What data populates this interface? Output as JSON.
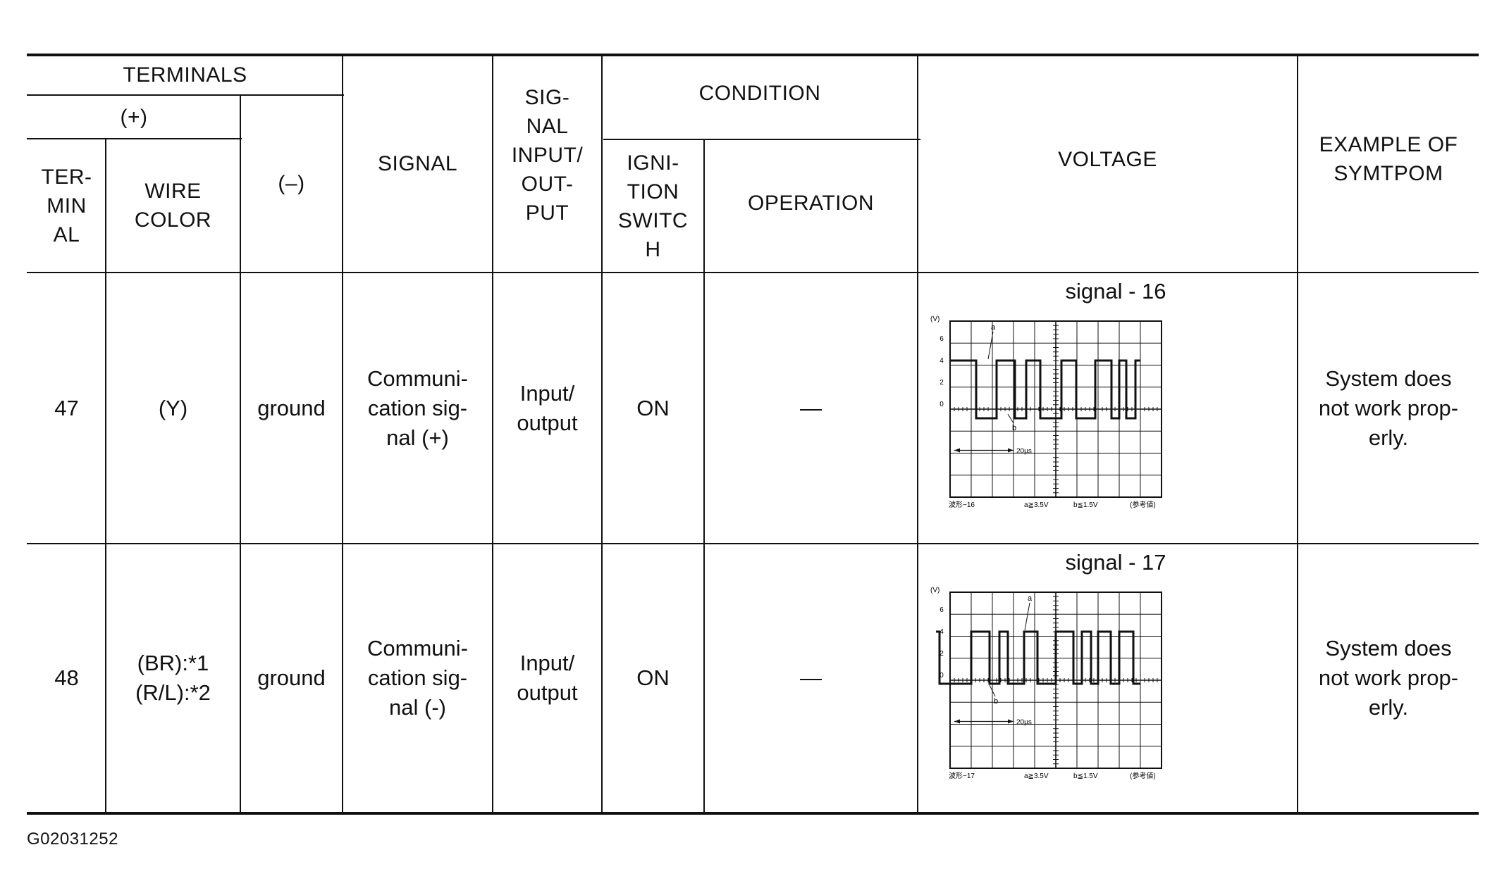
{
  "header": {
    "terminals": "TERMINALS",
    "plus": "(+)",
    "terminal": "TER-\nMIN\nAL",
    "wire_color": "WIRE\nCOLOR",
    "minus": "(–)",
    "signal": "SIGNAL",
    "signal_io": "SIG-\nNAL\nINPUT/\nOUT-\nPUT",
    "condition": "CONDITION",
    "ignition_switch": "IGNI-\nTION\nSWITC\nH",
    "operation": "OPERATION",
    "voltage": "VOLTAGE",
    "example": "EXAMPLE OF\nSYMTPOM"
  },
  "rows": [
    {
      "terminal": "47",
      "wire_color": "(Y)",
      "minus": "ground",
      "signal": "Communi-\ncation sig-\nnal (+)",
      "io": "Input/\noutput",
      "ignition": "ON",
      "operation": "—",
      "voltage_caption": "signal - 16",
      "scope": {
        "unit_label": "(V)",
        "y_ticks": [
          "6",
          "4",
          "2",
          "0"
        ],
        "marker_a": "a",
        "marker_b": "b",
        "time_label": "20μs",
        "footer": [
          "波形−16",
          "a≧3.5V",
          "b≦1.5V",
          "(参考値)"
        ]
      },
      "example": "System does\nnot work prop-\nerly."
    },
    {
      "terminal": "48",
      "wire_color": "(BR):*1\n(R/L):*2",
      "minus": "ground",
      "signal": "Communi-\ncation sig-\nnal (-)",
      "io": "Input/\noutput",
      "ignition": "ON",
      "operation": "—",
      "voltage_caption": "signal - 17",
      "scope": {
        "unit_label": "(V)",
        "y_ticks": [
          "6",
          "4",
          "2",
          "0"
        ],
        "marker_a": "a",
        "marker_b": "b",
        "time_label": "20μs",
        "footer": [
          "波形−17",
          "a≧3.5V",
          "b≦1.5V",
          "(参考値)"
        ]
      },
      "example": "System does\nnot work prop-\nerly."
    }
  ],
  "figure_code": "G02031252"
}
